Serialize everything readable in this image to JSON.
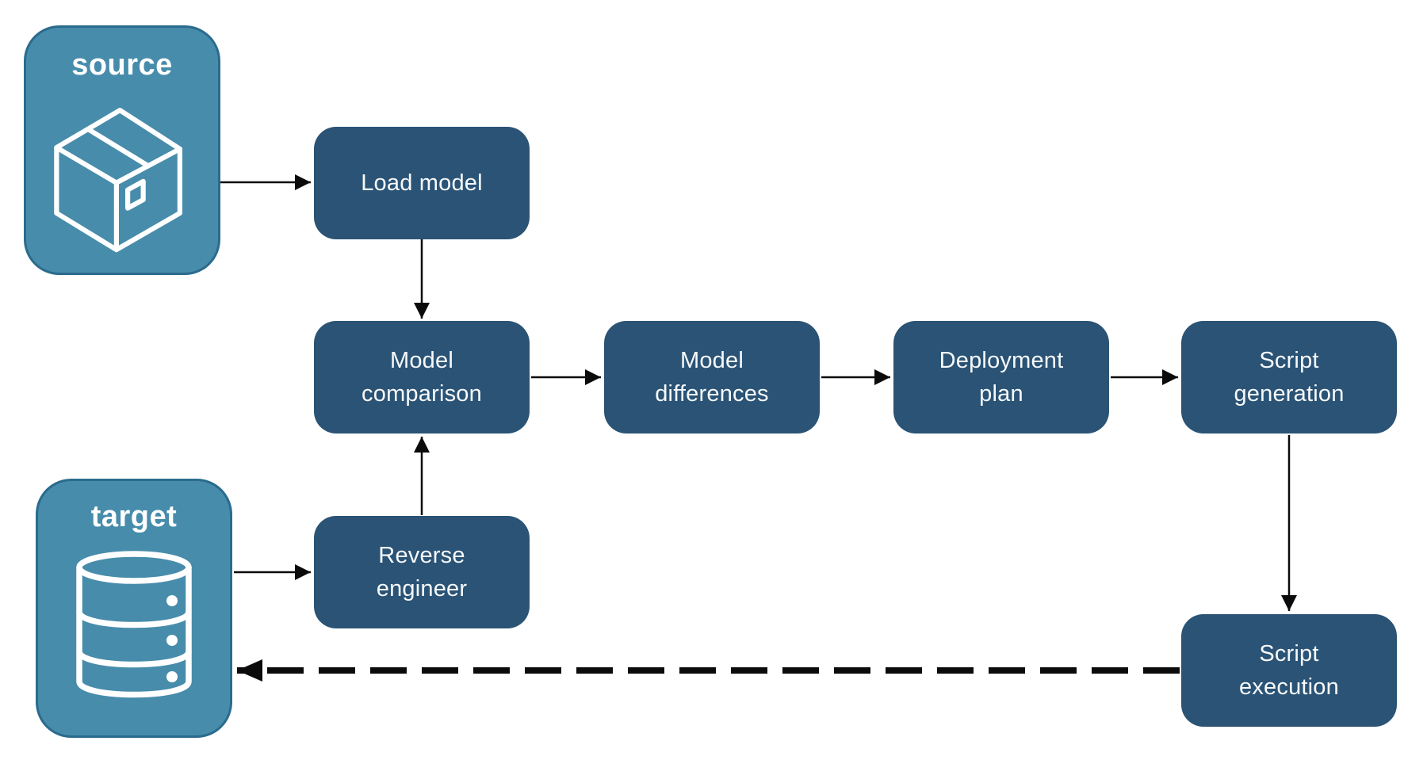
{
  "diagram": {
    "endpoints": [
      {
        "id": "source",
        "label": "source",
        "icon": "package-icon"
      },
      {
        "id": "target",
        "label": "target",
        "icon": "database-icon"
      }
    ],
    "nodes": [
      {
        "id": "load-model",
        "label": "Load model"
      },
      {
        "id": "model-comparison",
        "label": "Model\ncomparison"
      },
      {
        "id": "model-differences",
        "label": "Model\ndifferences"
      },
      {
        "id": "deployment-plan",
        "label": "Deployment\nplan"
      },
      {
        "id": "script-generation",
        "label": "Script\ngeneration"
      },
      {
        "id": "reverse-engineer",
        "label": "Reverse\nengineer"
      },
      {
        "id": "script-execution",
        "label": "Script\nexecution"
      }
    ],
    "edges": [
      {
        "from": "source",
        "to": "load-model",
        "style": "solid"
      },
      {
        "from": "load-model",
        "to": "model-comparison",
        "style": "solid"
      },
      {
        "from": "model-comparison",
        "to": "model-differences",
        "style": "solid"
      },
      {
        "from": "model-differences",
        "to": "deployment-plan",
        "style": "solid"
      },
      {
        "from": "deployment-plan",
        "to": "script-generation",
        "style": "solid"
      },
      {
        "from": "script-generation",
        "to": "script-execution",
        "style": "solid"
      },
      {
        "from": "target",
        "to": "reverse-engineer",
        "style": "solid"
      },
      {
        "from": "reverse-engineer",
        "to": "model-comparison",
        "style": "solid"
      },
      {
        "from": "script-execution",
        "to": "target",
        "style": "dashed"
      }
    ],
    "colors": {
      "node_fill": "#2A5375",
      "node_text": "#ffffff",
      "endpoint_fill": "#478CAB",
      "endpoint_border": "#2B6B8D",
      "endpoint_text": "#ffffff",
      "arrow": "#0b0b0b",
      "background": "#ffffff"
    }
  }
}
